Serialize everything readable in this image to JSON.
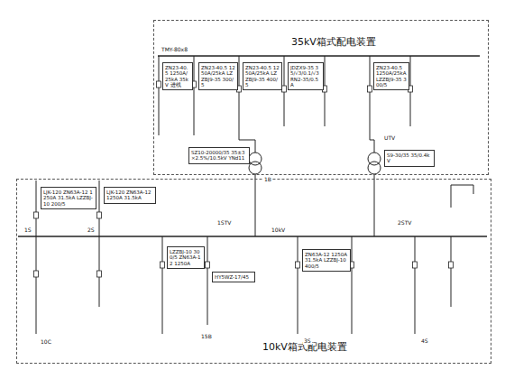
{
  "diagram": {
    "nodes": [
      {
        "text": [
          "35kV箱式配电装置"
        ]
      },
      {
        "text": [
          "10kV箱式配电装置"
        ]
      },
      {
        "text": [
          "ZN23-40.5 1250A/25kA 35kV 进线"
        ],
        "in": 0
      },
      {
        "text": [
          "ZN23-40.5 1250A/25kA LZZBJ9-35 300/5"
        ],
        "in": 0
      },
      {
        "text": [
          "ZN23-40.5 1250A/25kA LZZBJ9-35 400/5"
        ],
        "in": 0
      },
      {
        "text": [
          "JDZX9-35 35/√3/0.1/√3 RN2-35/0.5A"
        ],
        "in": 0
      },
      {
        "text": [
          "ZN23-40.5 1250A/25kA LZZBJ9-35 300/5"
        ],
        "in": 0
      },
      {
        "text": [
          "SZ10-20000/35 35±3×2.5%/10.5kV YNd11"
        ],
        "in": 0
      },
      {
        "text": [
          "S9-30/35 35/0.4kV"
        ],
        "in": 0
      },
      {
        "text": [
          "LJK-120 ZN63A-12 1250A 31.5kA LZZBJ-10 200/5"
        ],
        "in": 1
      },
      {
        "text": [
          "LJK-120 ZN63A-12 1250A 31.5kA"
        ],
        "in": 1
      },
      {
        "text": [
          "LZZBJ-10 300/5 ZN63A-12 1250A"
        ],
        "in": 1
      },
      {
        "text": [
          "HY5WZ-17/45"
        ],
        "in": 1
      },
      {
        "text": [
          "ZN63A-12 1250A 31.5kA LZZBJ-10 400/5"
        ],
        "in": 1
      }
    ],
    "labels": [
      "TMY-80x8",
      "UTV",
      "1STV",
      "2STV",
      "1S",
      "2S",
      "3S",
      "4S",
      "10kV",
      "15B",
      "10C",
      "1B"
    ]
  }
}
